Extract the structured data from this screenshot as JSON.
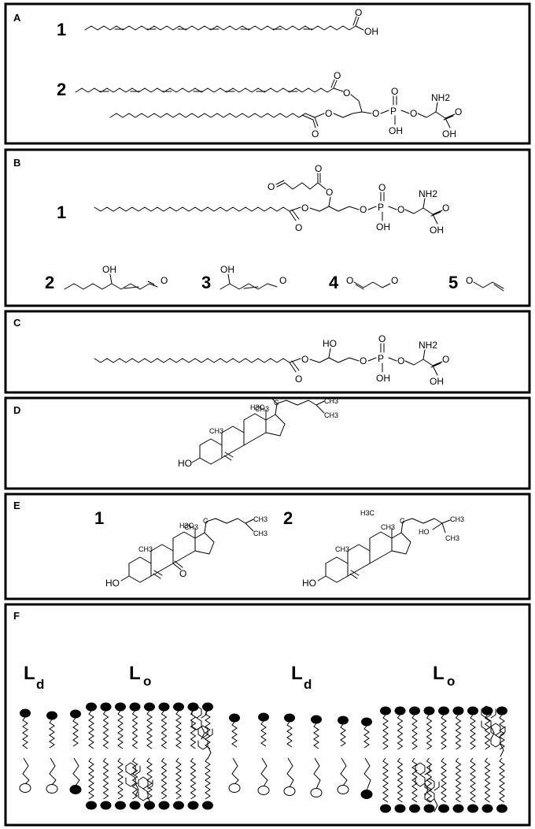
{
  "panels": {
    "a": {
      "letter": "A",
      "items": [
        "1",
        "2"
      ]
    },
    "b": {
      "letter": "B",
      "items": [
        "1",
        "2",
        "3",
        "4",
        "5"
      ]
    },
    "c": {
      "letter": "C"
    },
    "d": {
      "letter": "D"
    },
    "e": {
      "letter": "E",
      "items": [
        "1",
        "2"
      ]
    },
    "f": {
      "letter": "F"
    }
  },
  "atoms": {
    "o": "O",
    "oh": "OH",
    "ho": "HO",
    "p": "P",
    "nh2": "NH2",
    "h3c": "H3C",
    "ch3": "CH3",
    "c": "C"
  },
  "membrane": {
    "phases": [
      {
        "main": "L",
        "sub": "d"
      },
      {
        "main": "L",
        "sub": "o"
      },
      {
        "main": "L",
        "sub": "d"
      },
      {
        "main": "L",
        "sub": "o"
      }
    ]
  }
}
